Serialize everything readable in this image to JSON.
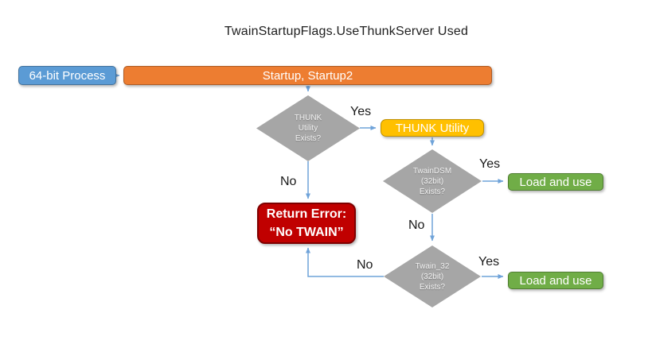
{
  "title": "TwainStartupFlags.UseThunkServer Used",
  "colors": {
    "process_blue_fill": "#5B9BD5",
    "process_blue_border": "#41719C",
    "startup_orange_fill": "#ED7D31",
    "startup_orange_border": "#AE5A21",
    "decision_gray_fill": "#A6A6A6",
    "thunk_yellow_fill": "#FFC000",
    "thunk_yellow_border": "#BF9000",
    "load_green_fill": "#70AD47",
    "load_green_border": "#507E32",
    "error_red_fill": "#C00000",
    "error_red_border": "#7F0000",
    "connector_blue": "#6FA3D9",
    "node_text": "#FFFFFF",
    "label_text": "#1A1A1A"
  },
  "nodes": {
    "process64": {
      "label": "64-bit Process"
    },
    "startup": {
      "label": "Startup, Startup2"
    },
    "thunk_exists": {
      "line1": "THUNK",
      "line2": "Utility",
      "line3": "Exists?"
    },
    "thunk_utility": {
      "label": "THUNK Utility"
    },
    "twaindsm_exists": {
      "line1": "TwainDSM",
      "line2": "(32bit)",
      "line3": "Exists?"
    },
    "load_and_use_top": {
      "label": "Load and use"
    },
    "return_error": {
      "line1": "Return Error:",
      "line2": "“No TWAIN”"
    },
    "twain32_exists": {
      "line1": "Twain_32",
      "line2": "(32bit)",
      "line3": "Exists?"
    },
    "load_and_use_bottom": {
      "label": "Load and use"
    }
  },
  "edge_labels": {
    "thunk_yes": "Yes",
    "thunk_no": "No",
    "twaindsm_yes": "Yes",
    "twaindsm_no": "No",
    "twain32_yes": "Yes",
    "twain32_no": "No"
  }
}
